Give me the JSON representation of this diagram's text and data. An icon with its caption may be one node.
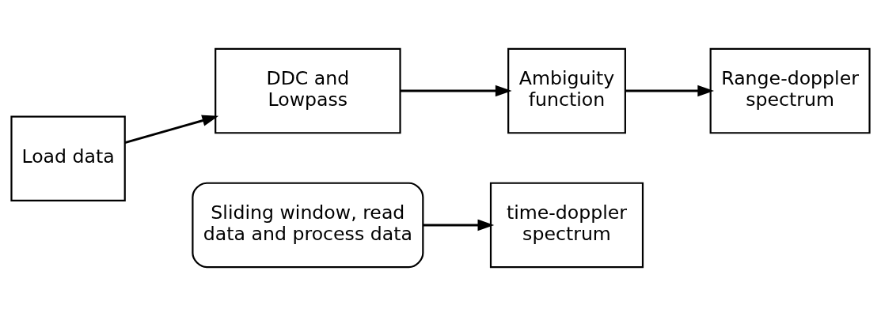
{
  "diagram": {
    "nodes": [
      {
        "text": [
          "Load data"
        ]
      },
      {
        "text": [
          "DDC and Lowpass"
        ]
      },
      {
        "text": [
          "Ambiguity function"
        ]
      },
      {
        "text": [
          "Range-doppler spectrum"
        ]
      },
      {
        "text": [
          "Sliding window, read data and process data"
        ]
      },
      {
        "text": [
          "time-doppler spectrum"
        ]
      }
    ],
    "edges": [
      {
        "from": 0,
        "to": 1,
        "arrow": "to"
      },
      {
        "from": 1,
        "to": 2,
        "arrow": "to"
      },
      {
        "from": 2,
        "to": 3,
        "arrow": "to"
      },
      {
        "from": 4,
        "to": 5,
        "arrow": "to"
      }
    ]
  }
}
